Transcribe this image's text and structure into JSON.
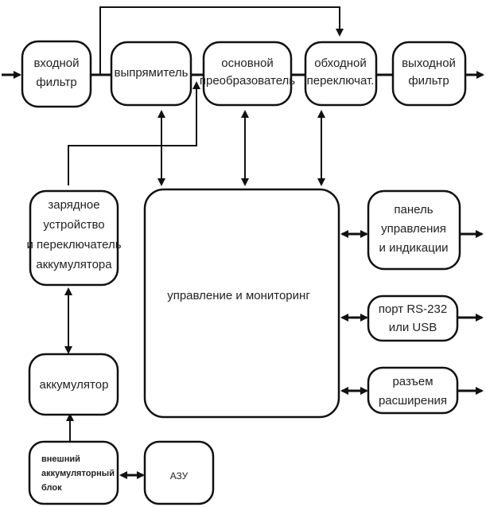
{
  "diagram": {
    "title": "",
    "blocks": {
      "input_filter": [
        "входной",
        "фильтр"
      ],
      "rectifier": [
        "выпрямитель"
      ],
      "main_converter": [
        "основной",
        "преобразователь"
      ],
      "bypass_switch": [
        "обходной",
        "переключат."
      ],
      "output_filter": [
        "выходной",
        "фильтр"
      ],
      "charger": [
        "зарядное",
        "устройство",
        "и переключатель",
        "аккумулятора"
      ],
      "control": [
        "управление и мониторинг"
      ],
      "panel": [
        "панель",
        "управления",
        "и индикации"
      ],
      "port": [
        "порт RS-232",
        "или USB"
      ],
      "expansion": [
        "разъем",
        "расширения"
      ],
      "battery": [
        "аккумулятор"
      ],
      "ext_battery": [
        "внешний",
        "аккумуляторный",
        "блок"
      ],
      "azu": [
        "АЗУ"
      ]
    },
    "connections": [
      {
        "from": "input",
        "to": "input_filter",
        "type": "arrow"
      },
      {
        "from": "input_filter",
        "to": "rectifier",
        "type": "line"
      },
      {
        "from": "input_filter",
        "to": "bypass_switch",
        "type": "arrow"
      },
      {
        "from": "rectifier",
        "to": "main_converter",
        "type": "line"
      },
      {
        "from": "main_converter",
        "to": "bypass_switch",
        "type": "line"
      },
      {
        "from": "bypass_switch",
        "to": "output_filter",
        "type": "line"
      },
      {
        "from": "output_filter",
        "to": "output",
        "type": "arrow"
      },
      {
        "from": "charger",
        "to": "main_converter",
        "type": "arrow"
      },
      {
        "from": "rectifier",
        "to": "control",
        "type": "bidirectional"
      },
      {
        "from": "main_converter",
        "to": "control",
        "type": "bidirectional"
      },
      {
        "from": "bypass_switch",
        "to": "control",
        "type": "bidirectional"
      },
      {
        "from": "control",
        "to": "panel",
        "type": "bidirectional"
      },
      {
        "from": "control",
        "to": "port",
        "type": "bidirectional"
      },
      {
        "from": "control",
        "to": "expansion",
        "type": "bidirectional"
      },
      {
        "from": "panel",
        "to": "output",
        "type": "arrow"
      },
      {
        "from": "port",
        "to": "output",
        "type": "arrow"
      },
      {
        "from": "expansion",
        "to": "output",
        "type": "arrow"
      },
      {
        "from": "charger",
        "to": "battery",
        "type": "bidirectional"
      },
      {
        "from": "ext_battery",
        "to": "battery",
        "type": "arrow"
      },
      {
        "from": "ext_battery",
        "to": "azu",
        "type": "bidirectional"
      }
    ]
  }
}
